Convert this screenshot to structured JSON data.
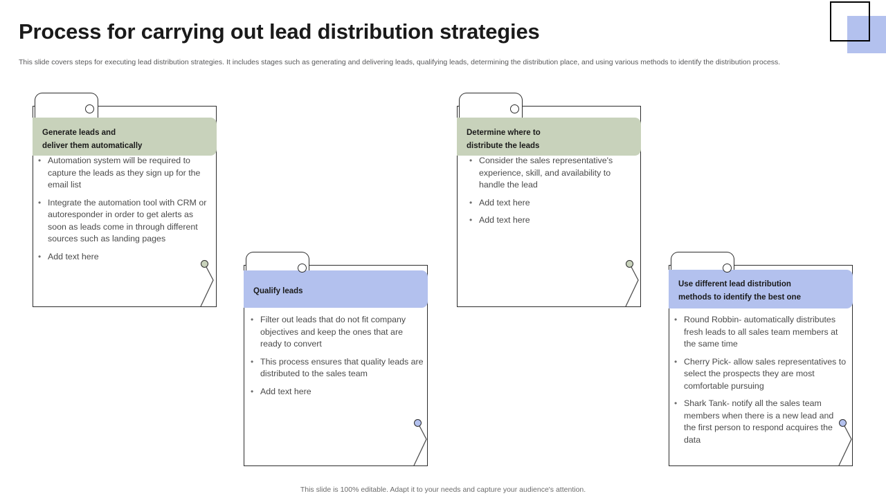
{
  "slide": {
    "title": "Process for carrying out lead distribution strategies",
    "subtitle": "This slide covers steps for executing lead distribution strategies. It includes stages such as generating and delivering leads, qualifying leads, determining the distribution place, and using various methods to identify the distribution process.",
    "footer": "This slide is 100% editable.  Adapt it to your needs and capture your audience's attention."
  },
  "theme": {
    "green": "#c8d2bb",
    "blue": "#b3c1ee",
    "outline": "#2b2b2b",
    "body_text": "#4a4a4a",
    "title_text": "#1a1a1a"
  },
  "cards": [
    {
      "id": "generate-leads",
      "accent": "green",
      "header": "Generate  leads and\ndeliver them automatically",
      "bullets": [
        "Automation system will be required to capture the leads as they sign up for the email list",
        "Integrate  the automation tool with CRM or autoresponder in order to get alerts as soon as leads come in through different sources such as landing pages",
        "Add text here"
      ]
    },
    {
      "id": "qualify-leads",
      "accent": "blue",
      "header": "Qualify leads",
      "bullets": [
        "Filter out leads that do not fit company objectives and keep the ones that are ready to convert",
        "This process ensures that quality leads are distributed to the sales team",
        "Add text here"
      ]
    },
    {
      "id": "determine-distribution",
      "accent": "green",
      "header": "Determine  where  to\ndistribute  the  leads",
      "bullets": [
        "Consider the sales representative's experience,  skill,  and availability  to handle the lead",
        "Add text here",
        "Add text here"
      ]
    },
    {
      "id": "distribution-methods",
      "accent": "blue",
      "header": "Use different lead distribution\nmethods to identify the best one",
      "bullets": [
        "Round Robbin- automatically distributes fresh leads to  all sales team members at the same time",
        "Cherry Pick- allow sales representatives to select the prospects they are most comfortable pursuing",
        "Shark Tank- notify all the sales team members when there is a new lead and the first person to respond acquires the data"
      ]
    }
  ],
  "decoration": {
    "outline_square": "outline-square",
    "filled_square": "filled-square"
  },
  "bullet_glyph": "•"
}
